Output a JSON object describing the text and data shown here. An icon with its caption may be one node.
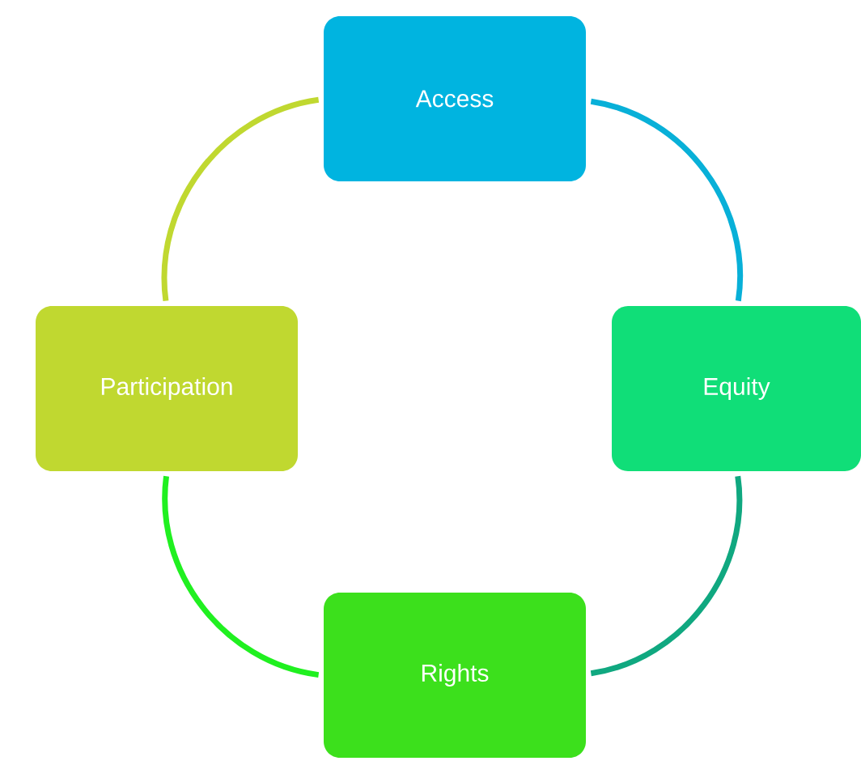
{
  "diagram": {
    "nodes": [
      {
        "text": [
          "Access"
        ]
      },
      {
        "text": [
          "Equity"
        ]
      },
      {
        "text": [
          "Rights"
        ]
      },
      {
        "text": [
          "Participation"
        ]
      }
    ],
    "edges": [
      {
        "from": 0,
        "to": 1,
        "arrow": "none",
        "color": "#08b0d8"
      },
      {
        "from": 1,
        "to": 2,
        "arrow": "none",
        "color": "#10a880"
      },
      {
        "from": 2,
        "to": 3,
        "arrow": "none",
        "color": "#20f020"
      },
      {
        "from": 3,
        "to": 0,
        "arrow": "none",
        "color": "#c0d830"
      }
    ]
  }
}
